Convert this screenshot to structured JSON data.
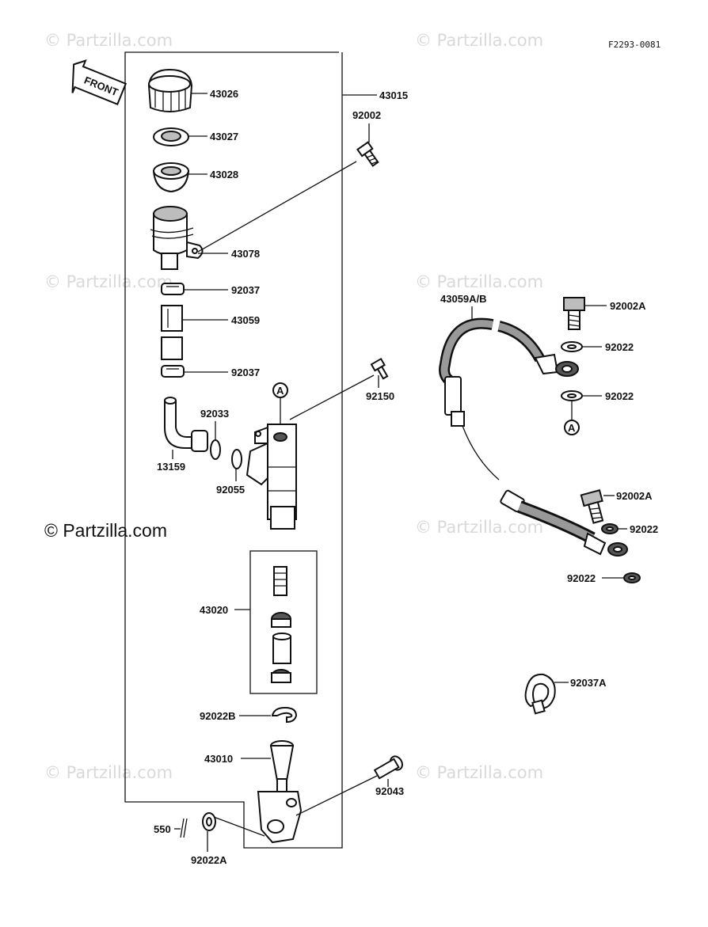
{
  "diagram_code": "F2293-0081",
  "brand_watermark": "© Partzilla.com",
  "brand_text": "© Partzilla.com",
  "front_label": "FRONT",
  "circle_marker": "A",
  "parts": {
    "p43026": "43026",
    "p43015": "43015",
    "p92002": "92002",
    "p43027": "43027",
    "p43028": "43028",
    "p43078": "43078",
    "p92037_top": "92037",
    "p43059": "43059",
    "p92037_bot": "92037",
    "p92150": "92150",
    "p92033": "92033",
    "p13159": "13159",
    "p92055": "92055",
    "p43020": "43020",
    "p92022B": "92022B",
    "p43010": "43010",
    "p92043": "92043",
    "p550": "550",
    "p92022A": "92022A",
    "p43059AB": "43059A/B",
    "p92002A_top": "92002A",
    "p92022_1": "92022",
    "p92022_2": "92022",
    "p92002A_bot": "92002A",
    "p92022_3": "92022",
    "p92022_4": "92022",
    "p92037A": "92037A"
  }
}
